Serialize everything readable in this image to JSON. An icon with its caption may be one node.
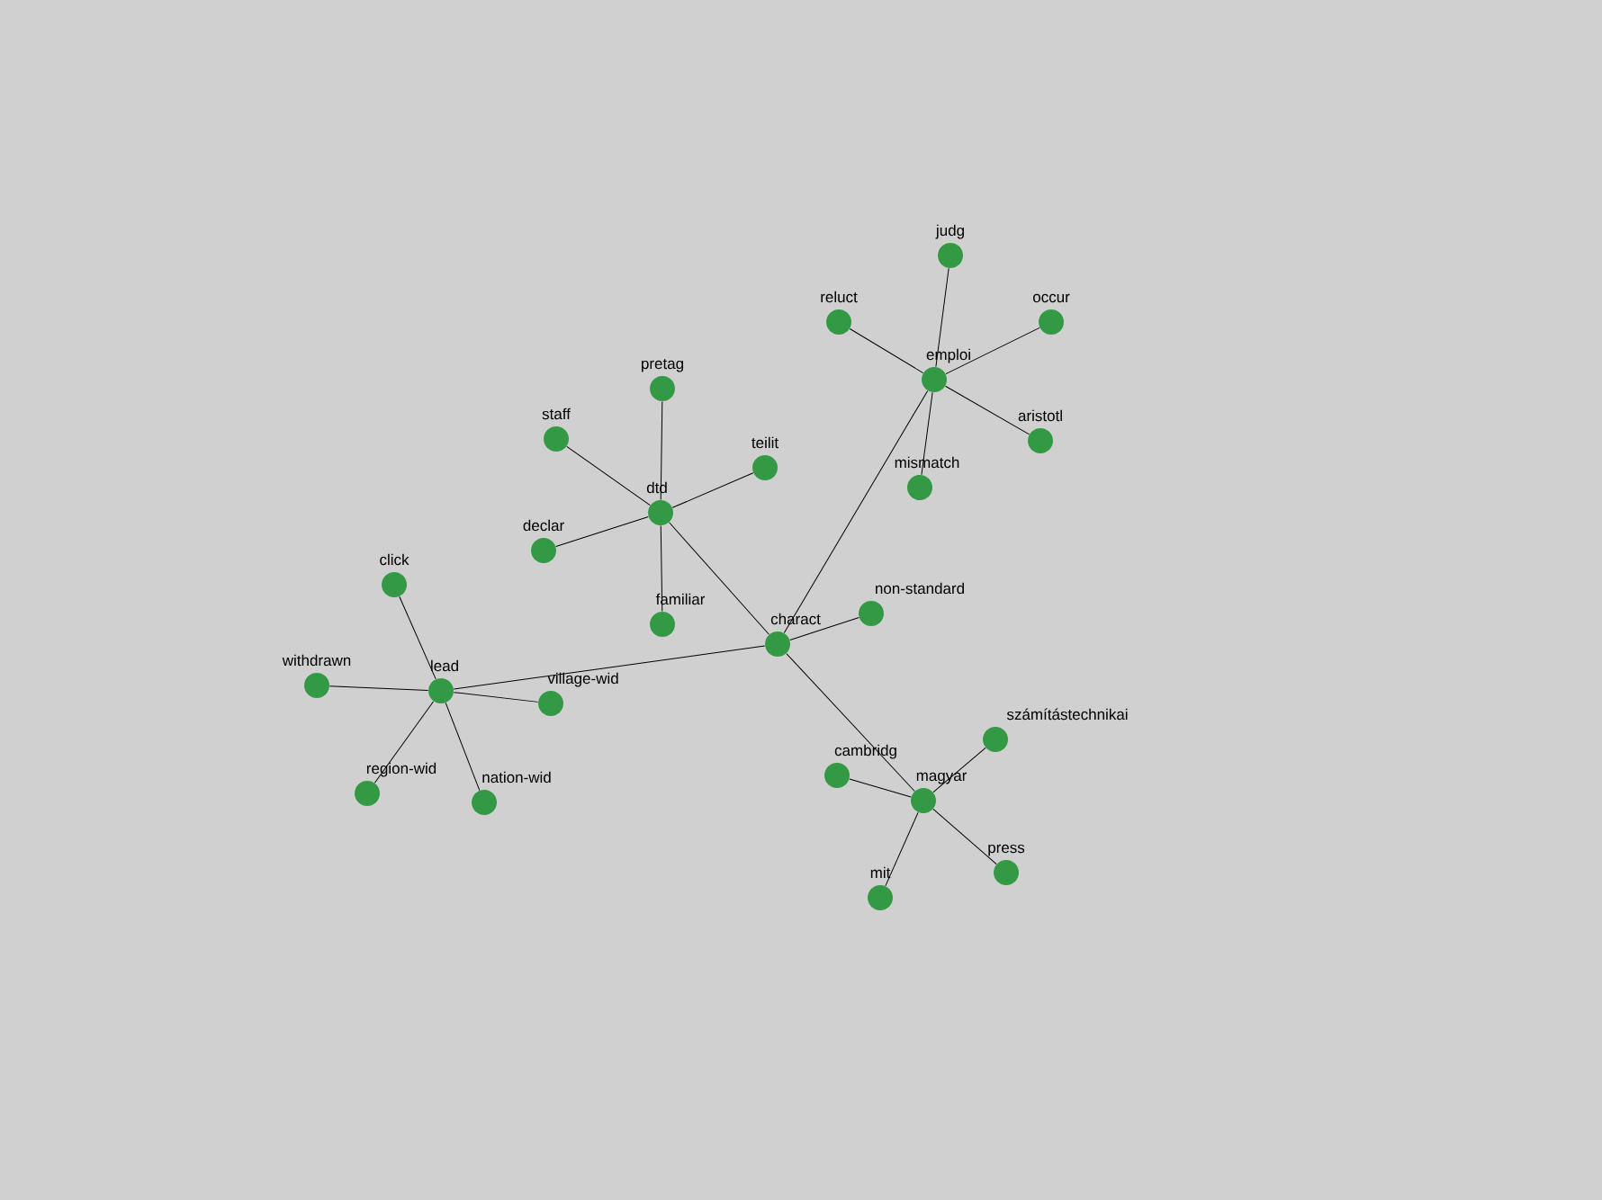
{
  "diagram": {
    "nodes": [
      {
        "text": [
          "judg"
        ]
      },
      {
        "text": [
          "reluct"
        ]
      },
      {
        "text": [
          "occur"
        ]
      },
      {
        "text": [
          "emploi"
        ]
      },
      {
        "text": [
          "aristotl"
        ]
      },
      {
        "text": [
          "mismatch"
        ]
      },
      {
        "text": [
          "pretag"
        ]
      },
      {
        "text": [
          "staff"
        ]
      },
      {
        "text": [
          "teilit"
        ]
      },
      {
        "text": [
          "dtd"
        ]
      },
      {
        "text": [
          "declar"
        ]
      },
      {
        "text": [
          "familiar"
        ]
      },
      {
        "text": [
          "click"
        ]
      },
      {
        "text": [
          "charact"
        ]
      },
      {
        "text": [
          "non-standard"
        ]
      },
      {
        "text": [
          "withdrawn"
        ]
      },
      {
        "text": [
          "lead"
        ]
      },
      {
        "text": [
          "village-wid"
        ]
      },
      {
        "text": [
          "számítástechnikai"
        ]
      },
      {
        "text": [
          "region-wid"
        ]
      },
      {
        "text": [
          "nation-wid"
        ]
      },
      {
        "text": [
          "cambridg"
        ]
      },
      {
        "text": [
          "magyar"
        ]
      },
      {
        "text": [
          "press"
        ]
      },
      {
        "text": [
          "mit"
        ]
      }
    ],
    "edges": [
      {
        "from": 3,
        "to": 0,
        "arrow": "none"
      },
      {
        "from": 3,
        "to": 1,
        "arrow": "none"
      },
      {
        "from": 3,
        "to": 2,
        "arrow": "none"
      },
      {
        "from": 3,
        "to": 4,
        "arrow": "none"
      },
      {
        "from": 3,
        "to": 5,
        "arrow": "none"
      },
      {
        "from": 9,
        "to": 6,
        "arrow": "none"
      },
      {
        "from": 9,
        "to": 7,
        "arrow": "none"
      },
      {
        "from": 9,
        "to": 8,
        "arrow": "none"
      },
      {
        "from": 9,
        "to": 10,
        "arrow": "none"
      },
      {
        "from": 9,
        "to": 11,
        "arrow": "none"
      },
      {
        "from": 16,
        "to": 12,
        "arrow": "none"
      },
      {
        "from": 16,
        "to": 15,
        "arrow": "none"
      },
      {
        "from": 16,
        "to": 17,
        "arrow": "none"
      },
      {
        "from": 16,
        "to": 19,
        "arrow": "none"
      },
      {
        "from": 16,
        "to": 20,
        "arrow": "none"
      },
      {
        "from": 22,
        "to": 18,
        "arrow": "none"
      },
      {
        "from": 22,
        "to": 21,
        "arrow": "none"
      },
      {
        "from": 22,
        "to": 23,
        "arrow": "none"
      },
      {
        "from": 22,
        "to": 24,
        "arrow": "none"
      },
      {
        "from": 13,
        "to": 3,
        "arrow": "none"
      },
      {
        "from": 13,
        "to": 9,
        "arrow": "none"
      },
      {
        "from": 13,
        "to": 16,
        "arrow": "none"
      },
      {
        "from": 13,
        "to": 14,
        "arrow": "none"
      },
      {
        "from": 13,
        "to": 22,
        "arrow": "none"
      }
    ]
  }
}
